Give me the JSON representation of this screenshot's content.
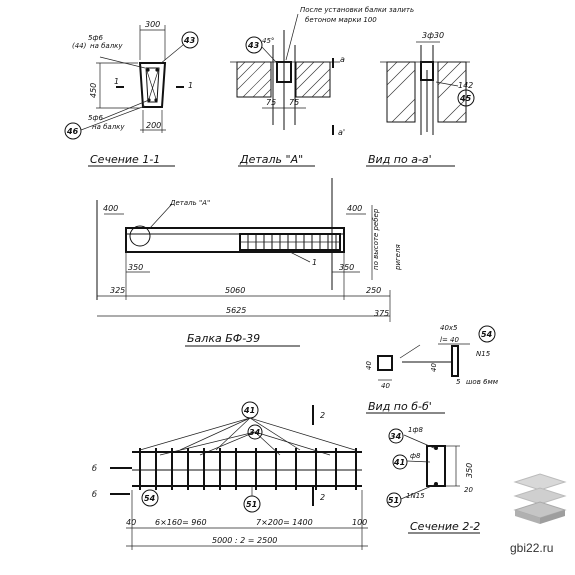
{
  "captions": {
    "section11": "Сечение 1-1",
    "detailA": "Деталь \"А\"",
    "viewAA": "Вид по а-а'",
    "beam": "Балка БФ-39",
    "viewBB": "Вид по б-б'",
    "section22": "Сечение 2-2"
  },
  "section11": {
    "top_dim": "300",
    "bottom_dim": "200",
    "height_dim": "450",
    "top_bars": "5ф6",
    "top_bars_note": "на балку",
    "bottom_bars": "5ф6",
    "bottom_bars_note": "на балку",
    "cut_label_left": "1",
    "cut_label_right": "1",
    "badge_top": "43",
    "badge_top_left": "(44)",
    "badge_bottom": "46"
  },
  "detailA": {
    "note_line1": "После установки балки залить",
    "note_line2": "бетоном марки 100",
    "badge": "43",
    "angle": "45°",
    "dims": [
      "75",
      "75"
    ],
    "label_a": "а",
    "label_a2": "а'"
  },
  "viewAA": {
    "top_dims": "3ф30",
    "side_dim": "142",
    "badge": "45"
  },
  "beam": {
    "detail_label": "Деталь \"А\"",
    "left_top_dim": "400",
    "right_top_dim": "400",
    "left_bottom_dim": "350",
    "right_bottom_dim": "350",
    "cut_label": "1",
    "dim_325": "325",
    "dim_span": "5060",
    "dim_250": "250",
    "dim_total": "5625",
    "dim_375": "375",
    "right_note": "по высоте ребер",
    "right_note2": "ригеля"
  },
  "viewBB": {
    "dims_top": "40х5",
    "dims_len": "l= 40",
    "badge": "54",
    "h_label": "N15",
    "side_dim": "40",
    "dim_5": "5",
    "weld_note": "шов 6мм",
    "left_dim": "40",
    "left_side": "40"
  },
  "mesh": {
    "badge_top": "41",
    "badge_mid": "34",
    "badge_bottom": "51",
    "badge_left": "54",
    "cut_label": "2",
    "cut_label_b": "2",
    "side_label_top": "б",
    "side_label_bottom": "б",
    "dim_left": "40",
    "dim_left_group": "6×160= 960",
    "dim_right_group": "7×200= 1400",
    "dim_right": "100",
    "dim_total": "5000 : 2 = 2500"
  },
  "section22": {
    "badge_a": "34",
    "badge_b": "41",
    "badge_c": "51",
    "bar_top": "1ф8",
    "bar_mid": "ф8",
    "bar_bottom": "1N15",
    "height_dim": "350",
    "small_dim": "20"
  },
  "watermark": "gbi22.ru"
}
